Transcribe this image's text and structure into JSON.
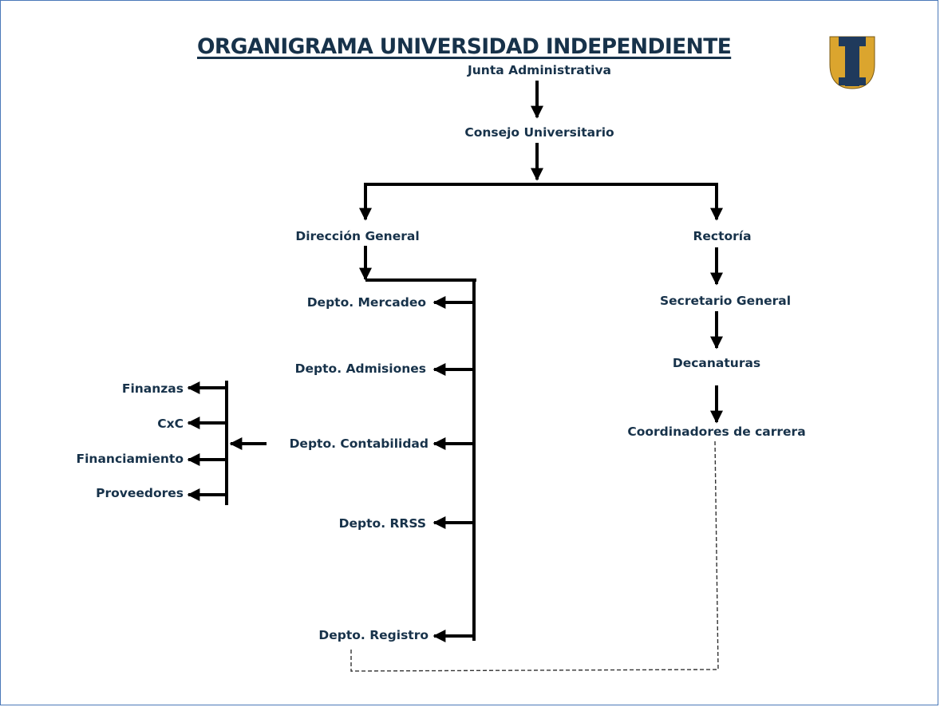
{
  "title": "ORGANIGRAMA UNIVERSIDAD INDEPENDIENTE",
  "colors": {
    "text": "#17324a",
    "lines": "#000000",
    "logo_gold": "#dba52e",
    "logo_navy": "#1f3a5c",
    "border": "#4a78b8"
  },
  "nodes": {
    "junta": "Junta Administrativa",
    "consejo": "Consejo Universitario",
    "direccion": "Dirección General",
    "rectoria": "Rectoría",
    "mercadeo": "Depto. Mercadeo",
    "admisiones": "Depto. Admisiones",
    "contabilidad": "Depto. Contabilidad",
    "rrss": "Depto. RRSS",
    "registro": "Depto. Registro",
    "secretario": "Secretario General",
    "decanaturas": "Decanaturas",
    "coordinadores": "Coordinadores de carrera",
    "finanzas": "Finanzas",
    "cxc": "CxC",
    "financiamiento": "Financiamiento",
    "proveedores": "Proveedores"
  },
  "logo_icon": "university-i-logo-icon"
}
